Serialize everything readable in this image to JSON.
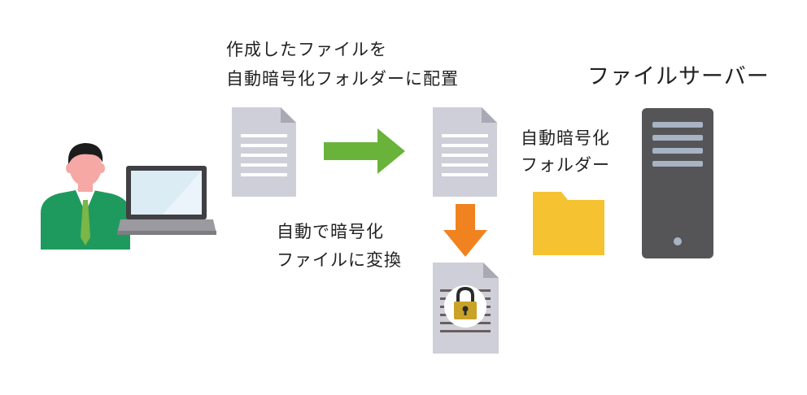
{
  "caption_top": {
    "line1": "作成したファイルを",
    "line2": "自動暗号化フォルダーに配置"
  },
  "server_title": "ファイルサーバー",
  "folder_label": {
    "line1": "自動暗号化",
    "line2": "フォルダー"
  },
  "caption_convert": {
    "line1": "自動で暗号化",
    "line2": "ファイルに変換"
  },
  "colors": {
    "green_arrow": "#6ab33b",
    "orange_arrow": "#f08220",
    "document": "#cfcfd9",
    "folder": "#f5c232",
    "server": "#555558",
    "suit": "#1f9a5e",
    "lock": "#c9a227"
  }
}
